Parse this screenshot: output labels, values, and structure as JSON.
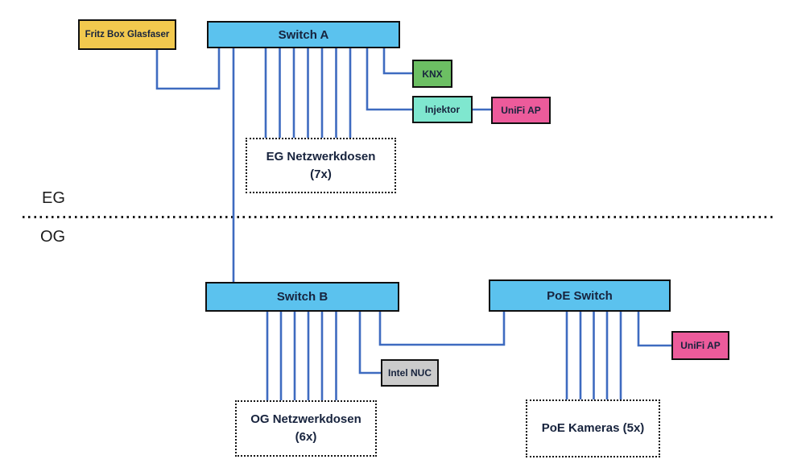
{
  "diagram": {
    "floor_labels": {
      "eg": "EG",
      "og": "OG"
    },
    "connection_color": "#3e6bc0",
    "nodes": {
      "fritz_box": {
        "label": "Fritz Box Glasfaser",
        "fill": "#f2c94e"
      },
      "switch_a": {
        "label": "Switch A",
        "fill": "#5bc2ee"
      },
      "knx": {
        "label": "KNX",
        "fill": "#6cbf63"
      },
      "injektor": {
        "label": "Injektor",
        "fill": "#7fe7cf"
      },
      "unifi_ap_eg": {
        "label": "UniFi AP",
        "fill": "#ec5b9b"
      },
      "eg_netzwerkdosen": {
        "label": "EG Netzwerkdosen",
        "count": "(7x)"
      },
      "switch_b": {
        "label": "Switch B",
        "fill": "#5bc2ee"
      },
      "poe_switch": {
        "label": "PoE Switch",
        "fill": "#5bc2ee"
      },
      "intel_nuc": {
        "label": "Intel NUC",
        "fill": "#cbcbcb"
      },
      "unifi_ap_og": {
        "label": "UniFi AP",
        "fill": "#ec5b9b"
      },
      "og_netzwerkdosen": {
        "label": "OG Netzwerkdosen",
        "count": "(6x)"
      },
      "poe_kameras": {
        "label": "PoE Kameras (5x)"
      }
    },
    "connections": [
      {
        "from": "fritz_box",
        "to": "switch_a"
      },
      {
        "from": "switch_a",
        "to": "switch_b"
      },
      {
        "from": "switch_a",
        "to": "eg_netzwerkdosen",
        "lines": 7
      },
      {
        "from": "switch_a",
        "to": "knx"
      },
      {
        "from": "switch_a",
        "to": "injektor"
      },
      {
        "from": "injektor",
        "to": "unifi_ap_eg"
      },
      {
        "from": "switch_b",
        "to": "og_netzwerkdosen",
        "lines": 6
      },
      {
        "from": "switch_b",
        "to": "intel_nuc"
      },
      {
        "from": "switch_b",
        "to": "poe_switch"
      },
      {
        "from": "poe_switch",
        "to": "poe_kameras",
        "lines": 5
      },
      {
        "from": "poe_switch",
        "to": "unifi_ap_og"
      }
    ]
  }
}
